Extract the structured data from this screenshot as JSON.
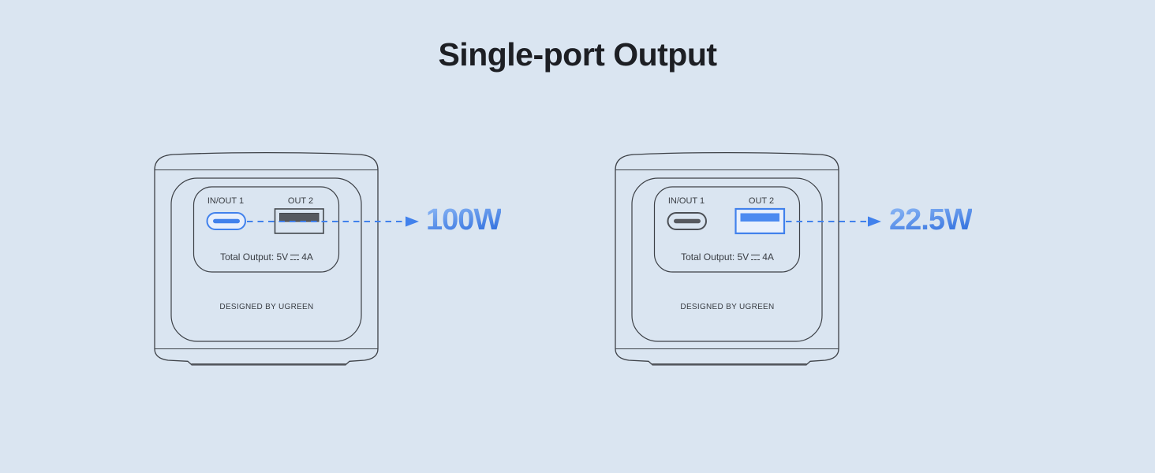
{
  "title": "Single-port Output",
  "colors": {
    "bg": "#dae5f1",
    "outline": "#3d4147",
    "ink-title": "#1d1f24",
    "ink-label": "#383c42",
    "accent": "#4181ec",
    "watt-top": "#8db8f5",
    "watt-bottom": "#2f6ede"
  },
  "devices": [
    {
      "side": "left",
      "ports": [
        {
          "label": "IN/OUT 1",
          "type": "usb-c",
          "highlighted": true
        },
        {
          "label": "OUT 2",
          "type": "usb-a",
          "highlighted": false
        }
      ],
      "total_output_prefix": "Total Output: 5V",
      "total_output_suffix": "4A",
      "designed_by": "DESIGNED BY UGREEN",
      "wattage": "100W"
    },
    {
      "side": "right",
      "ports": [
        {
          "label": "IN/OUT 1",
          "type": "usb-c",
          "highlighted": false
        },
        {
          "label": "OUT 2",
          "type": "usb-a",
          "highlighted": true
        }
      ],
      "total_output_prefix": "Total Output: 5V",
      "total_output_suffix": "4A",
      "designed_by": "DESIGNED BY UGREEN",
      "wattage": "22.5W"
    }
  ]
}
